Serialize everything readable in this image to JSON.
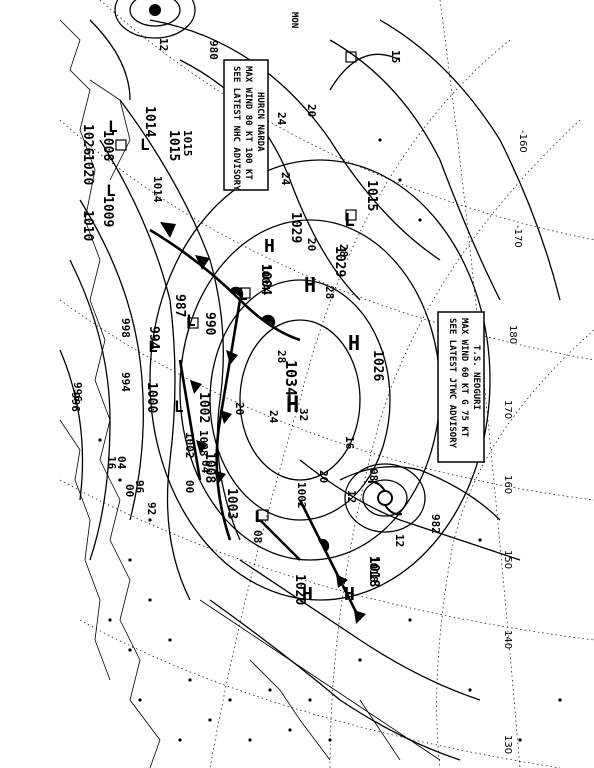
{
  "map": {
    "header_fragment": "MON",
    "advisory_boxes": [
      {
        "id": "nardA",
        "lines": [
          "HURCN NARDA",
          "MAX WIND 80 KT 100 KT",
          "SEE LATEST NHC ADVISORY"
        ]
      },
      {
        "id": "neoguri",
        "lines": [
          "T.S. NEOGURI",
          "MAX WIND 60 KT G 75 KT",
          "SEE LATEST JTWC ADVISORY"
        ]
      }
    ],
    "longitude_labels": [
      "-160",
      "-170",
      "180",
      "170",
      "160",
      "150",
      "140",
      "130"
    ],
    "pressure_centers": [
      {
        "type": "H",
        "value": "1034"
      },
      {
        "type": "H",
        "value": "1026"
      },
      {
        "type": "H",
        "value": "1029"
      },
      {
        "type": "H",
        "value": "1029"
      },
      {
        "type": "H",
        "value": ""
      },
      {
        "type": "H",
        "value": "1020"
      },
      {
        "type": "H",
        "value": "1018"
      },
      {
        "type": "L",
        "value": "1015"
      },
      {
        "type": "L",
        "value": "1004"
      },
      {
        "type": "L",
        "value": "987"
      },
      {
        "type": "L",
        "value": "990"
      },
      {
        "type": "L",
        "value": "994"
      },
      {
        "type": "L",
        "value": "1002"
      },
      {
        "type": "L",
        "value": "1003"
      },
      {
        "type": "L",
        "value": "1000"
      },
      {
        "type": "L",
        "value": "1008"
      },
      {
        "type": "L",
        "value": "1014"
      },
      {
        "type": "L",
        "value": "1015"
      },
      {
        "type": "L",
        "value": "1009"
      },
      {
        "type": "L",
        "value": "1010"
      },
      {
        "type": "L",
        "value": "1008"
      },
      {
        "type": "L",
        "value": "1020"
      },
      {
        "type": "L",
        "value": "1026"
      }
    ],
    "isobar_labels": [
      "980",
      "998",
      "994",
      "996",
      "1002",
      "1008",
      "1002",
      "20",
      "24",
      "28",
      "32",
      "16",
      "12",
      "08",
      "04",
      "00",
      "96",
      "92",
      "20",
      "24",
      "28",
      "20",
      "16",
      "12",
      "08",
      "04",
      "00",
      "996",
      "12",
      "15",
      "20",
      "24",
      "28",
      "982",
      "1018",
      "1015",
      "1014",
      "1004"
    ]
  }
}
